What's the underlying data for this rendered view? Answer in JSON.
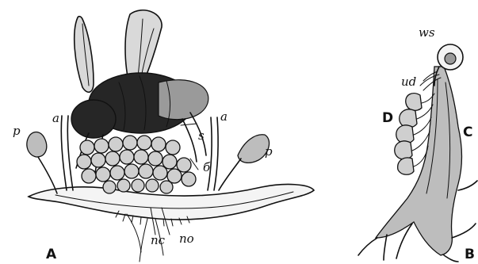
{
  "figure": {
    "panel_a": {
      "letter": "A",
      "labels": {
        "p_left": "p",
        "a_left": "a",
        "a_right": "a",
        "s": "s",
        "b": "б",
        "p_right": "p",
        "nc": "nc",
        "no": "no"
      }
    },
    "panel_b": {
      "letter": "B",
      "labels": {
        "ws": "ws",
        "ud": "ud",
        "d": "D",
        "c": "C"
      }
    }
  }
}
